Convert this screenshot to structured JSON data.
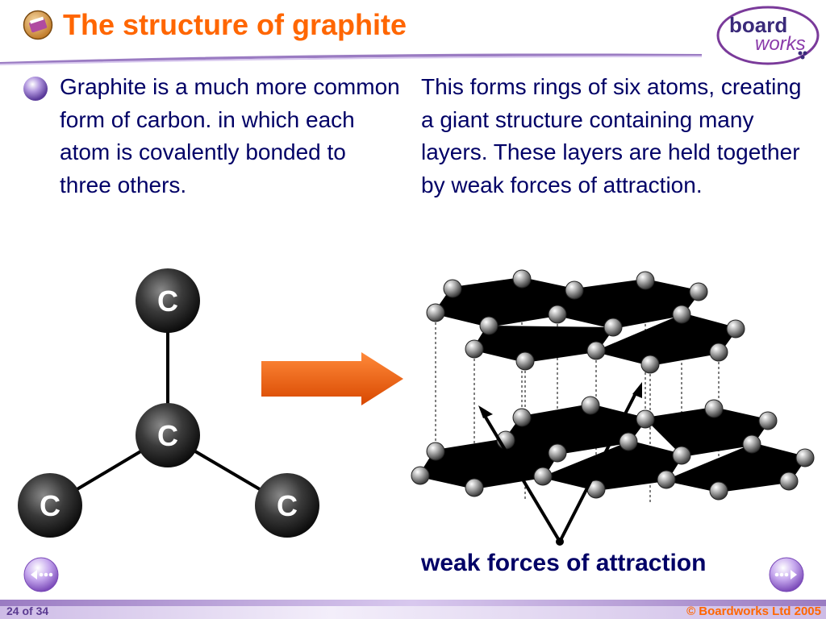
{
  "header": {
    "title": "The structure of graphite",
    "logo_word_1": "board",
    "logo_word_2": "works"
  },
  "content": {
    "left_text": "Graphite is a much more common form of carbon. in which each atom is covalently bonded to three others.",
    "right_text": "This forms rings of six atoms, creating a giant structure containing many layers. These layers are held together by weak forces of attraction."
  },
  "diagram": {
    "atom_labels": [
      "C",
      "C",
      "C",
      "C"
    ],
    "caption": "weak forces of attraction"
  },
  "footer": {
    "page": "24 of 34",
    "copyright": "© Boardworks Ltd 2005"
  },
  "colors": {
    "title": "#ff6600",
    "body_text": "#000066",
    "accent_purple": "#9a7bc2",
    "arrow_orange": "#ee5500"
  },
  "icons": {
    "title": "book-icon",
    "bullet": "purple-orb-bullet",
    "prev": "previous-slide-icon",
    "next": "next-slide-icon"
  }
}
